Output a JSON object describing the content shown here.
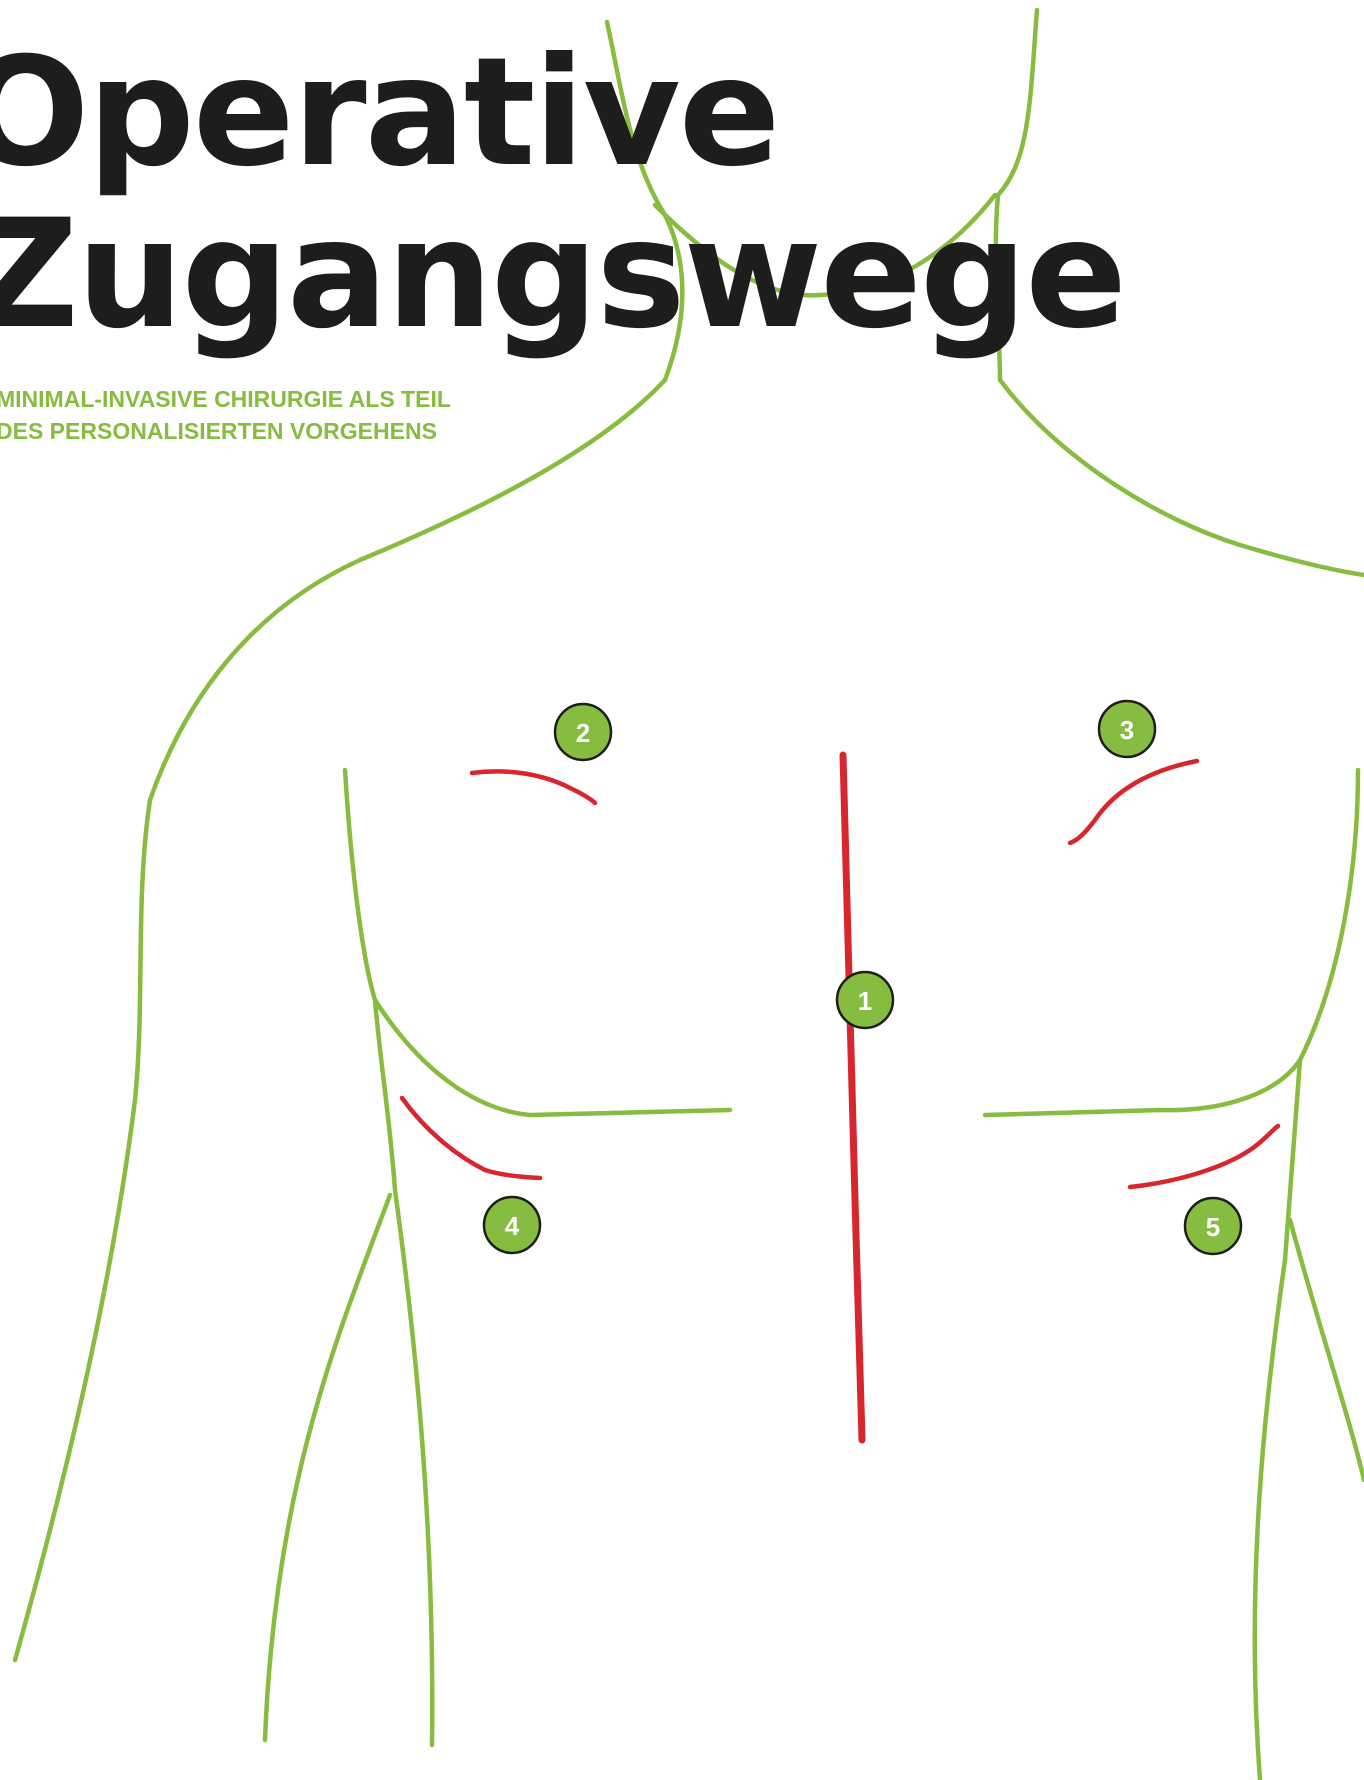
{
  "title": {
    "line1": "Operative",
    "line2": "Zugangswege"
  },
  "subtitle": {
    "line1": "MINIMAL-INVASIVE CHIRURGIE ALS TEIL",
    "line2": "DES PERSONALISIERTEN VORGEHENS"
  },
  "markers": [
    "1",
    "2",
    "3",
    "4",
    "5"
  ],
  "colors": {
    "outline": "#86bc3f",
    "incision": "#d7262e",
    "title": "#1d1d1b",
    "subtitle": "#86bc3f",
    "marker_fill": "#86bc3f"
  }
}
